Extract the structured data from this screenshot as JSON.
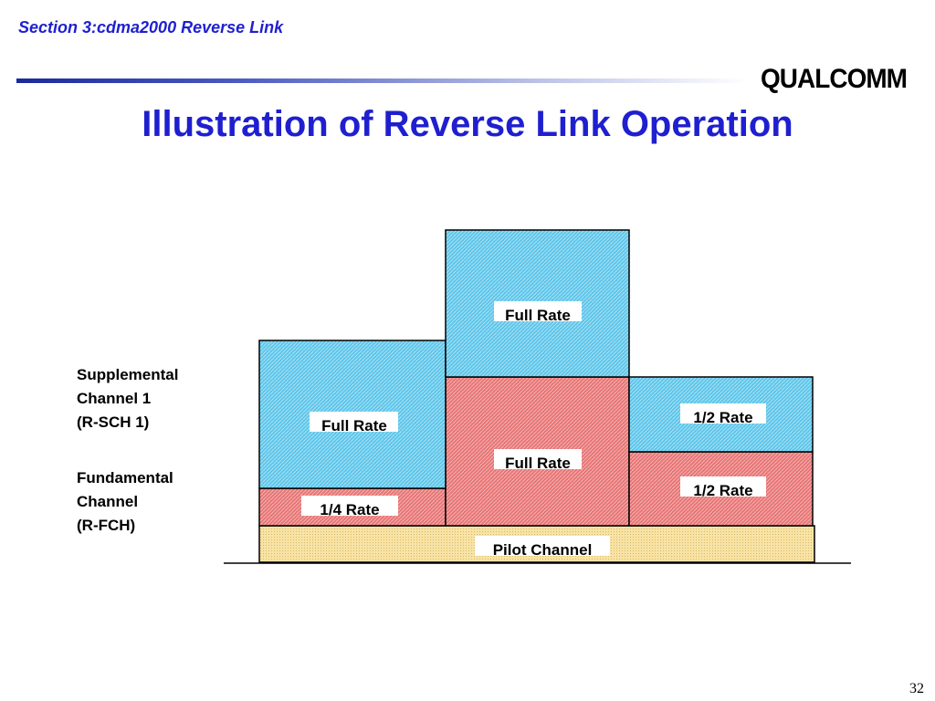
{
  "header": {
    "section": "Section 3:cdma2000 Reverse Link",
    "title": "Illustration of Reverse Link Operation",
    "logo_text": "QUALCOMM"
  },
  "legend": {
    "sch": [
      "Supplemental",
      "Channel 1",
      "(R-SCH 1)"
    ],
    "fch": [
      "Fundamental",
      "Channel",
      "(R-FCH)"
    ]
  },
  "blocks": {
    "sch_1": "Full Rate",
    "sch_2": "Full Rate",
    "sch_3": "1/2 Rate",
    "fch_1": "1/4 Rate",
    "fch_2": "Full Rate",
    "fch_3": "1/2 Rate",
    "pilot": "Pilot Channel"
  },
  "colors": {
    "sch": "#5ec6ea",
    "fch": "#e87676",
    "pilot": "#f7e3a6",
    "title": "#1f1fd0"
  },
  "footer": {
    "page": "32"
  }
}
